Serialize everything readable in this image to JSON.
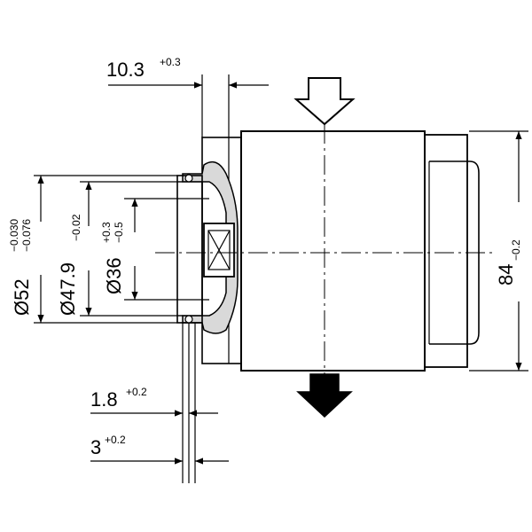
{
  "dimensions": {
    "top_width": {
      "value": "10.3",
      "tol": "+0.3"
    },
    "gap_small": {
      "value": "1.8",
      "tol": "+0.2"
    },
    "gap_large": {
      "value": "3",
      "tol": "+0.2"
    },
    "height": {
      "value": "84",
      "tol": "−0.2"
    },
    "dia_52": {
      "value": "Ø52",
      "tol_upper": "−0.030",
      "tol_lower": "−0.076"
    },
    "dia_47_9": {
      "value": "Ø47.9",
      "tol": "−0.02"
    },
    "dia_36": {
      "value": "Ø36",
      "tol_upper": "+0.3",
      "tol_lower": "−0.5"
    }
  },
  "flow": {
    "inlet": "inlet-arrow-icon",
    "outlet": "outlet-arrow-icon"
  },
  "colors": {
    "line": "#000000",
    "hatch": "#d9d9d9",
    "background": "#ffffff"
  }
}
